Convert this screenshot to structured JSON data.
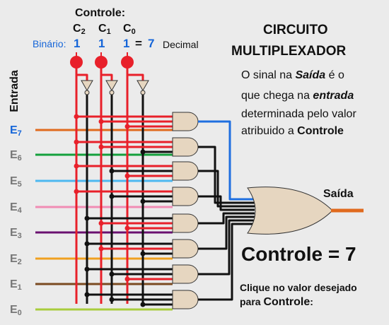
{
  "header": {
    "controle_title": "Controle:",
    "binario_label": "Binário:",
    "bits": [
      {
        "name": "C",
        "sub": "2",
        "value": "1"
      },
      {
        "name": "C",
        "sub": "1",
        "value": "1"
      },
      {
        "name": "C",
        "sub": "0",
        "value": "1"
      }
    ],
    "equals": "=",
    "decimal_value": "7",
    "decimal_label": "Decimal"
  },
  "title": {
    "line1": "CIRCUITO",
    "line2": "MULTIPLEXADOR"
  },
  "description": {
    "l1_a": "O sinal na ",
    "l1_b": "Saída",
    "l1_c": " é o",
    "l2_a": "que chega na ",
    "l2_b": "entrada",
    "l3": "determinada pelo valor",
    "l4_a": "atribuido a ",
    "l4_b": "Controle"
  },
  "entrada_label": "Entrada",
  "saida_label": "Saída",
  "inputs": [
    {
      "name": "E",
      "sub": "7",
      "color": "#e06a1e",
      "active": true
    },
    {
      "name": "E",
      "sub": "6",
      "color": "#14a03c",
      "active": false
    },
    {
      "name": "E",
      "sub": "5",
      "color": "#4db8f0",
      "active": false
    },
    {
      "name": "E",
      "sub": "4",
      "color": "#f08cb4",
      "active": false
    },
    {
      "name": "E",
      "sub": "3",
      "color": "#6a1070",
      "active": false
    },
    {
      "name": "E",
      "sub": "2",
      "color": "#f0a020",
      "active": false
    },
    {
      "name": "E",
      "sub": "1",
      "color": "#7a4a20",
      "active": false
    },
    {
      "name": "E",
      "sub": "0",
      "color": "#a8cc3c",
      "active": false
    }
  ],
  "controle_result": "Controle = 7",
  "instruction": {
    "line1": "Clique no valor desejado",
    "line2_a": "para ",
    "line2_b": "Controle",
    "line2_c": ":"
  },
  "colors": {
    "active_wire": "#e8202a",
    "inactive_wire": "#111111",
    "selected_path": "#1f6fe0",
    "output_wire": "#e06a1e",
    "gate_fill": "#e6d6c0",
    "bit_value": "#1565d8"
  }
}
